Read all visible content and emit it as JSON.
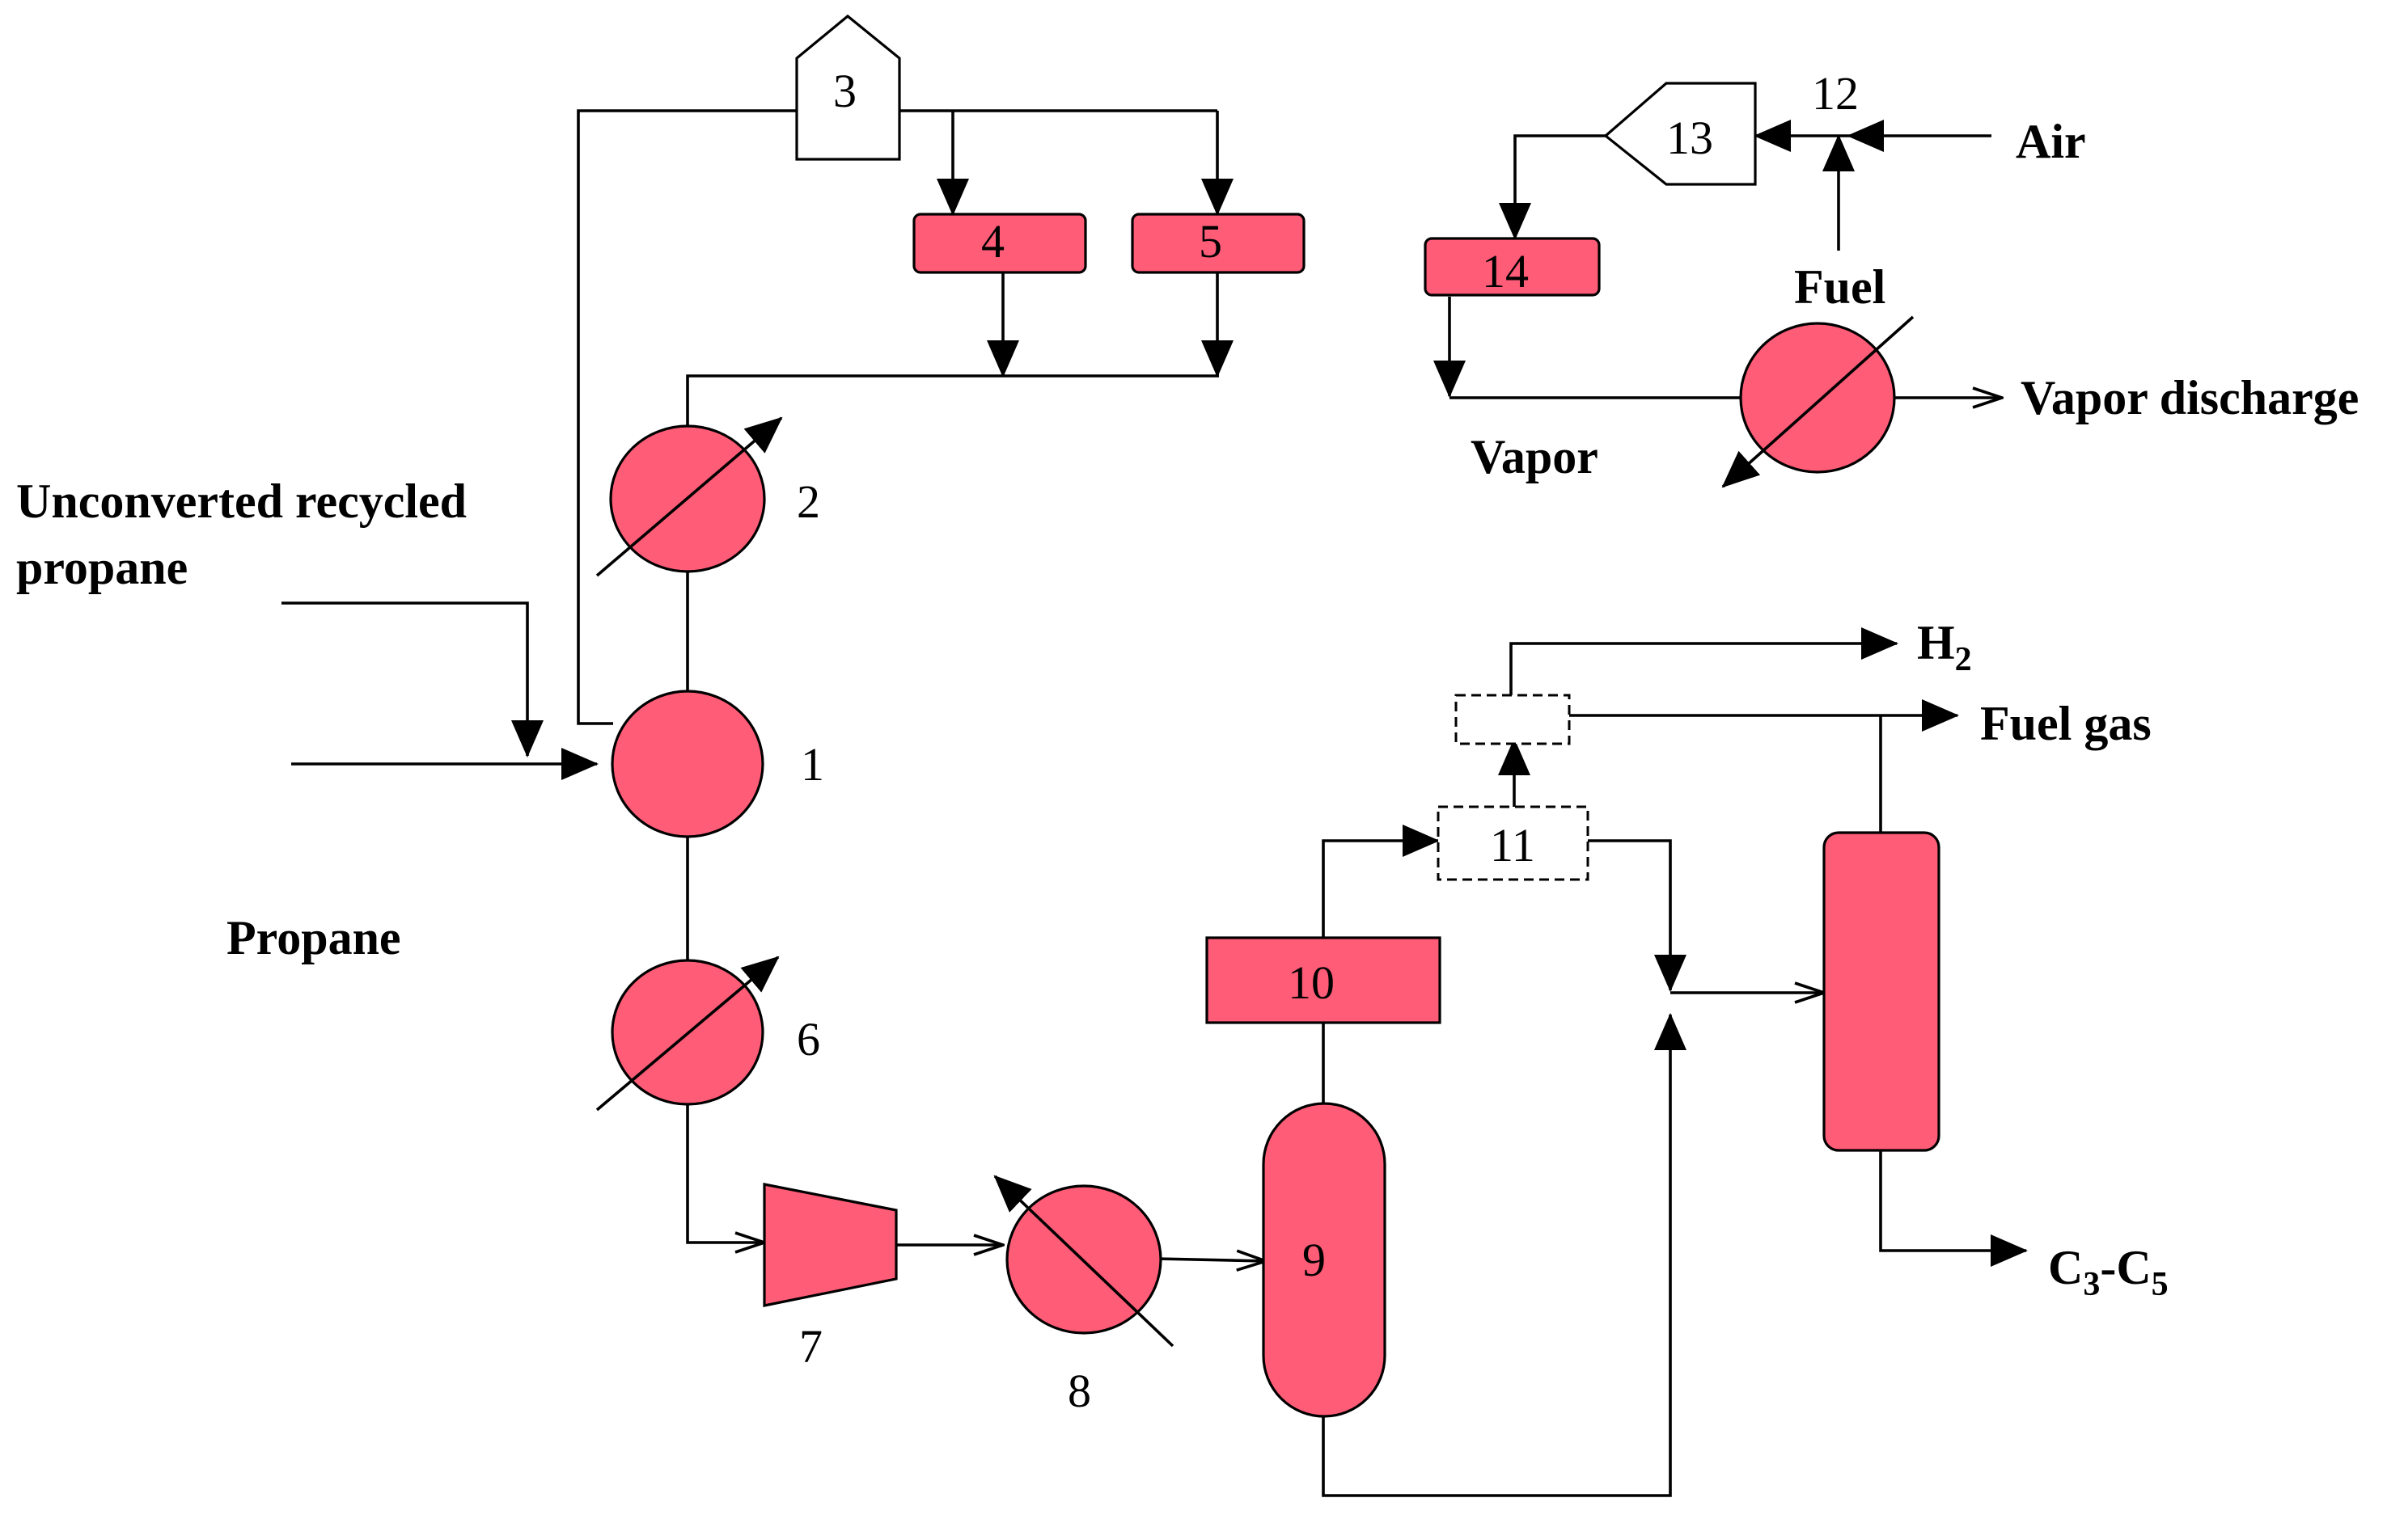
{
  "colors": {
    "equipment_fill": "#ff5c77",
    "stroke": "#000000",
    "background": "#ffffff"
  },
  "equipment_numbers": {
    "n1": "1",
    "n2": "2",
    "n3": "3",
    "n4": "4",
    "n5": "5",
    "n6": "6",
    "n7": "7",
    "n8": "8",
    "n9": "9",
    "n10": "10",
    "n11": "11",
    "n12": "12",
    "n13": "13",
    "n14": "14"
  },
  "stream_labels": {
    "unconverted_line1": "Unconverted recycled",
    "unconverted_line2": "propane",
    "propane": "Propane",
    "air": "Air",
    "fuel": "Fuel",
    "vapor": "Vapor",
    "vapor_discharge": "Vapor discharge",
    "h2_base": "H",
    "h2_sub": "2",
    "fuel_gas": "Fuel gas",
    "c_product_c1": "C",
    "c_product_sub1": "3",
    "c_product_mid": "-C",
    "c_product_sub2": "5"
  }
}
